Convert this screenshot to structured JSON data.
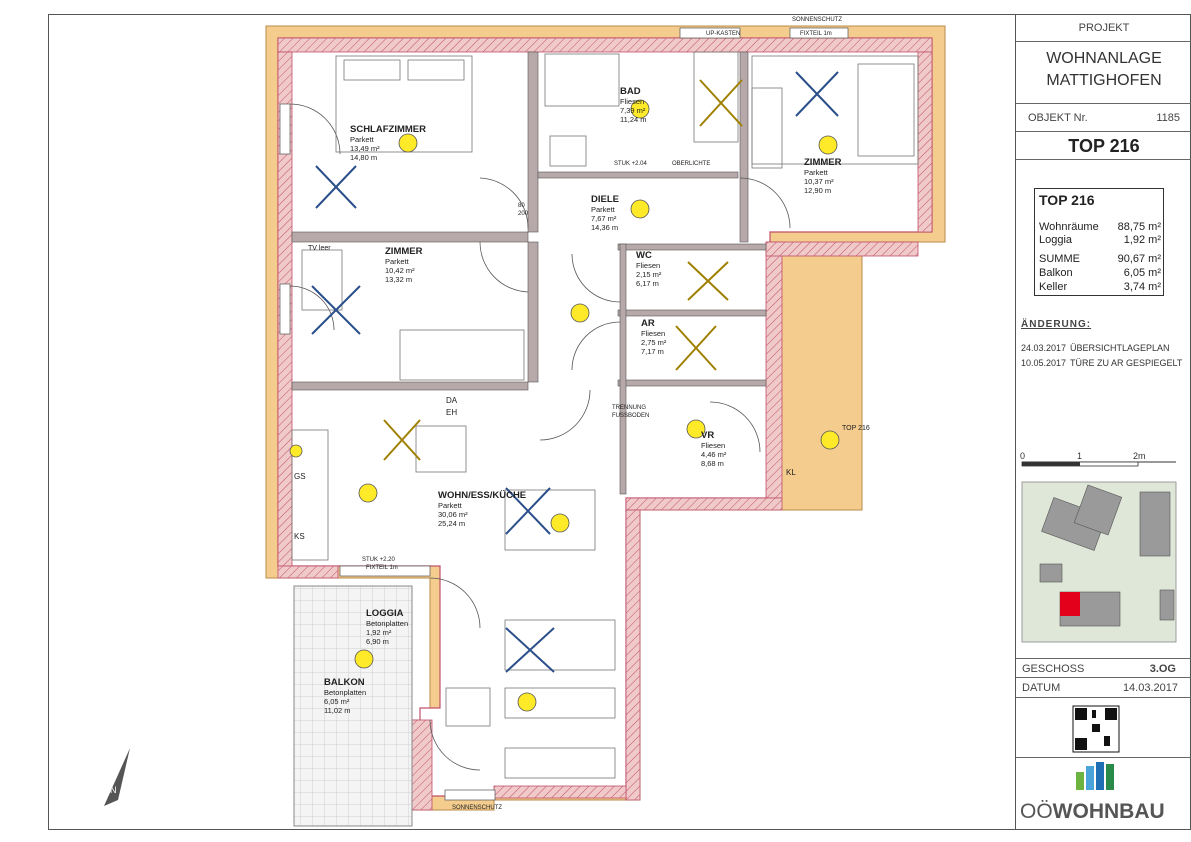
{
  "title_block": {
    "projekt_label": "PROJEKT",
    "project_name_1": "WOHNANLAGE",
    "project_name_2": "MATTIGHOFEN",
    "objekt_label": "OBJEKT Nr.",
    "objekt_value": "1185",
    "top_title": "TOP 216",
    "geschoss_label": "GESCHOSS",
    "geschoss_value": "3.OG",
    "datum_label": "DATUM",
    "datum_value": "14.03.2017",
    "logo_text_1": "OÖ",
    "logo_text_2": "WOHNBAU"
  },
  "area_table": {
    "title": "TOP 216",
    "rows": [
      {
        "label": "Wohnräume",
        "value": "88,75 m²"
      },
      {
        "label": "Loggia",
        "value": "1,92 m²"
      },
      {
        "label": "SUMME",
        "value": "90,67 m²"
      },
      {
        "label": "Balkon",
        "value": "6,05 m²"
      },
      {
        "label": "Keller",
        "value": "3,74 m²"
      }
    ]
  },
  "changes": {
    "heading": "ÄNDERUNG:",
    "entries": [
      {
        "date": "24.03.2017",
        "text": "ÜBERSICHTLAGEPLAN"
      },
      {
        "date": "10.05.2017",
        "text": "TÜRE ZU AR GESPIEGELT"
      }
    ]
  },
  "scale": {
    "labels": [
      "0",
      "1",
      "2m"
    ]
  },
  "rooms": {
    "schlafzimmer": {
      "name": "SCHLAFZIMMER",
      "floor": "Parkett",
      "area": "13,49 m²",
      "perimeter": "14,80 m"
    },
    "bad": {
      "name": "BAD",
      "floor": "Fliesen",
      "area": "7,39 m²",
      "perimeter": "11,24 m"
    },
    "zimmer1": {
      "name": "ZIMMER",
      "floor": "Parkett",
      "area": "10,37 m²",
      "perimeter": "12,90 m"
    },
    "diele": {
      "name": "DIELE",
      "floor": "Parkett",
      "area": "7,67 m²",
      "perimeter": "14,36 m"
    },
    "zimmer2": {
      "name": "ZIMMER",
      "floor": "Parkett",
      "area": "10,42 m²",
      "perimeter": "13,32 m"
    },
    "wc": {
      "name": "WC",
      "floor": "Fliesen",
      "area": "2,15 m²",
      "perimeter": "6,17 m"
    },
    "ar": {
      "name": "AR",
      "floor": "Fliesen",
      "area": "2,75 m²",
      "perimeter": "7,17 m"
    },
    "vr": {
      "name": "VR",
      "floor": "Fliesen",
      "area": "4,46 m²",
      "perimeter": "8,68 m"
    },
    "wohn": {
      "name": "WOHN/ESS/KÜCHE",
      "floor": "Parkett",
      "area": "30,06 m²",
      "perimeter": "25,24 m"
    },
    "loggia": {
      "name": "LOGGIA",
      "floor": "Betonplatten",
      "area": "1,92 m²",
      "perimeter": "6,90 m"
    },
    "balkon": {
      "name": "BALKON",
      "floor": "Betonplatten",
      "area": "6,05 m²",
      "perimeter": "11,02 m"
    }
  },
  "annotations": {
    "sonnenschutz": "SONNENSCHUTZ",
    "fixteil": "FIXTEIL 1m",
    "stuk_220": "STUK +2.20",
    "stuk_204": "STUK +2.04",
    "up_kasten": "UP-KASTEN",
    "oberlichte": "OBERLICHTE",
    "trennung": "TRENNUNG",
    "fussboden": "FUSSBODEN",
    "top_label": "TOP 216",
    "da": "DA",
    "eh": "EH",
    "gs": "GS",
    "ks": "KS",
    "kl": "KL",
    "tv_leer": "TV leer",
    "door_80": "80",
    "door_200": "200",
    "north": "N"
  },
  "colors": {
    "wall": "#e8b4b4",
    "wall_line": "#c0506a",
    "wall_outer": "#f3cc8e",
    "balcony": "#c9c9c9"
  }
}
